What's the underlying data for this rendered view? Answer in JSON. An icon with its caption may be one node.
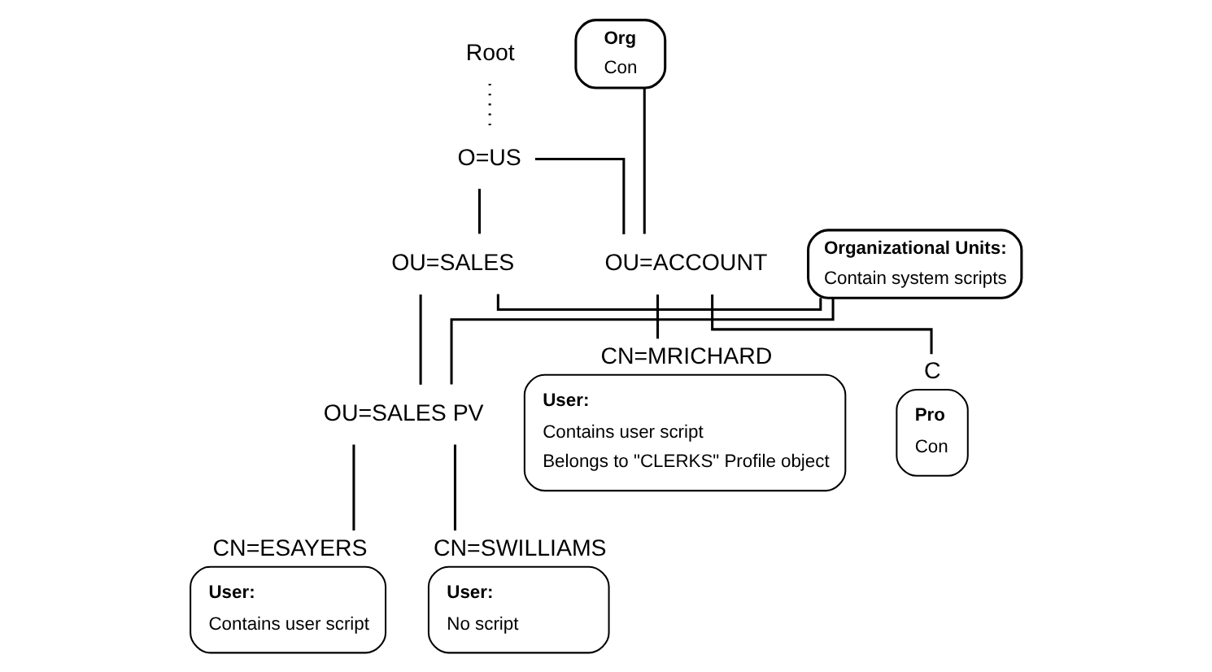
{
  "diagram": {
    "nodes": [
      {
        "text": [
          "Root"
        ]
      },
      {
        "text": [
          "O=US"
        ]
      },
      {
        "text": [
          "OU=SALES"
        ]
      },
      {
        "text": [
          "Organizational Units:",
          "Contain system scripts"
        ]
      },
      {
        "text": [
          "OU=SALES PV"
        ]
      },
      {
        "text": [
          "OU=ACCOUNT"
        ]
      },
      {
        "text": [
          "Org",
          "Con"
        ]
      },
      {
        "text": [
          "CN=ESAYERS",
          "User:",
          "Contains user script"
        ]
      },
      {
        "text": [
          "CN=SWILLIAMS",
          "User:",
          "No script"
        ]
      },
      {
        "text": [
          "CN=MRICHARD",
          "User:",
          "Contains user script",
          "Belongs to \"CLERKS\" Profile object"
        ]
      },
      {
        "text": [
          "C",
          "Pro",
          "Con"
        ]
      }
    ],
    "edges": [
      {
        "from": 0,
        "to": 1,
        "arrow": "none",
        "style": "dashed"
      },
      {
        "from": 1,
        "to": 2,
        "arrow": "none"
      },
      {
        "from": 1,
        "to": 5,
        "arrow": "none"
      },
      {
        "from": 2,
        "to": 4,
        "arrow": "none"
      },
      {
        "from": 3,
        "to": 2,
        "arrow": "none"
      },
      {
        "from": 3,
        "to": 4,
        "arrow": "none"
      },
      {
        "from": 6,
        "to": 5,
        "arrow": "none"
      },
      {
        "from": 4,
        "to": 7,
        "arrow": "none"
      },
      {
        "from": 4,
        "to": 8,
        "arrow": "none"
      },
      {
        "from": 5,
        "to": 9,
        "arrow": "none"
      },
      {
        "from": 5,
        "to": 10,
        "arrow": "none"
      }
    ]
  }
}
